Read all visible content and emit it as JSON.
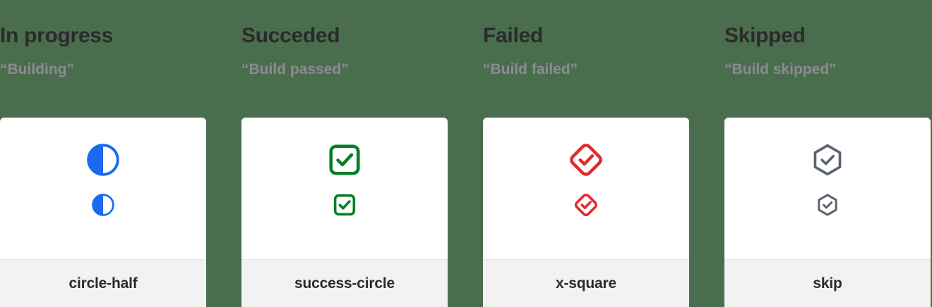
{
  "page": {
    "background_color": "#4a6e4d",
    "card_background": "#ffffff",
    "footer_background": "#f2f2f2"
  },
  "columns": [
    {
      "heading": "In progress",
      "subtitle": "“Building”",
      "icon_name": "circle-half-icon",
      "icon_label": "circle-half",
      "color": "#1a6bf0"
    },
    {
      "heading": "Succeded",
      "subtitle": "“Build passed”",
      "icon_name": "success-circle-icon",
      "icon_label": "success-circle",
      "color": "#058024"
    },
    {
      "heading": "Failed",
      "subtitle": "“Build failed”",
      "icon_name": "x-square-icon",
      "icon_label": "x-square",
      "color": "#e32b2b"
    },
    {
      "heading": "Skipped",
      "subtitle": "“Build skipped”",
      "icon_name": "skip-icon",
      "icon_label": "skip",
      "color": "#5d6270"
    }
  ]
}
